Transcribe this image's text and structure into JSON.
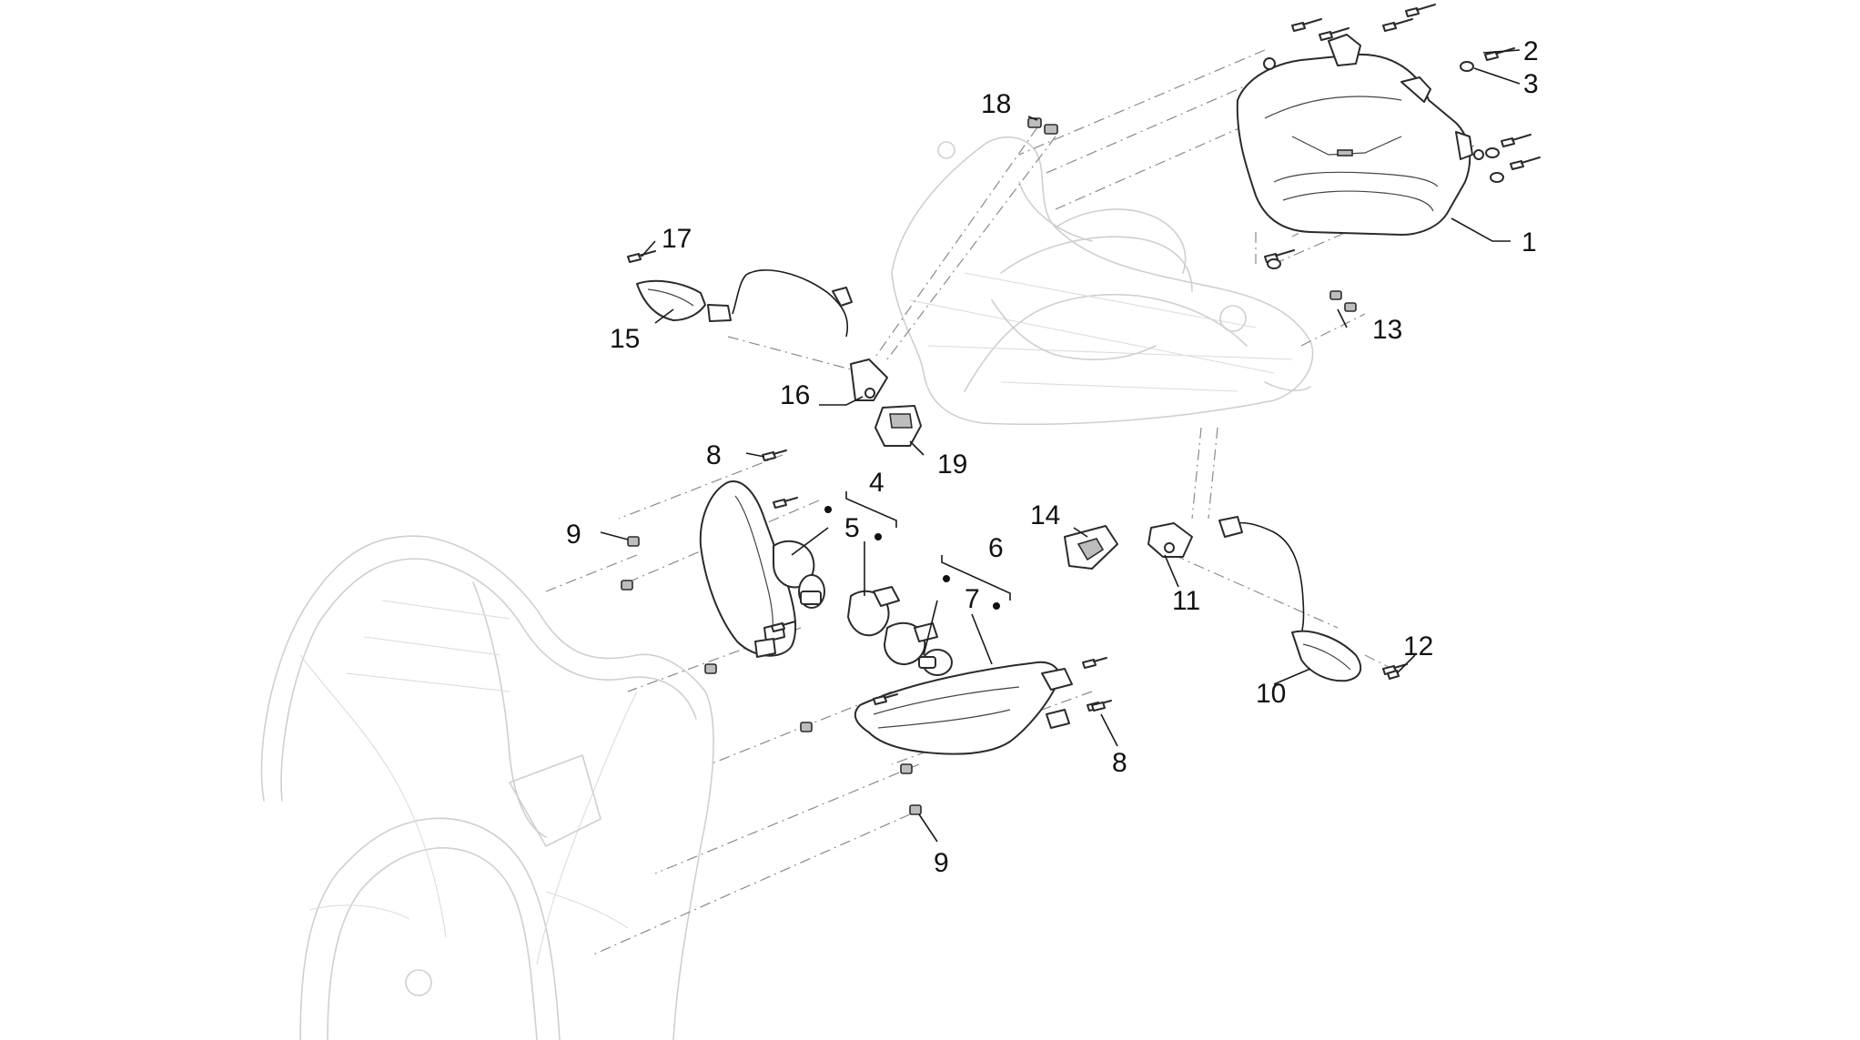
{
  "callouts": [
    {
      "id": "c1",
      "label": "1"
    },
    {
      "id": "c2",
      "label": "2"
    },
    {
      "id": "c3",
      "label": "3"
    },
    {
      "id": "c4",
      "label": "4"
    },
    {
      "id": "c5",
      "label": "5"
    },
    {
      "id": "c6",
      "label": "6"
    },
    {
      "id": "c7",
      "label": "7"
    },
    {
      "id": "c8a",
      "label": "8"
    },
    {
      "id": "c8b",
      "label": "8"
    },
    {
      "id": "c9a",
      "label": "9"
    },
    {
      "id": "c9b",
      "label": "9"
    },
    {
      "id": "c10",
      "label": "10"
    },
    {
      "id": "c11",
      "label": "11"
    },
    {
      "id": "c12",
      "label": "12"
    },
    {
      "id": "c13",
      "label": "13"
    },
    {
      "id": "c14",
      "label": "14"
    },
    {
      "id": "c15",
      "label": "15"
    },
    {
      "id": "c16",
      "label": "16"
    },
    {
      "id": "c17",
      "label": "17"
    },
    {
      "id": "c18",
      "label": "18"
    },
    {
      "id": "c19",
      "label": "19"
    }
  ]
}
